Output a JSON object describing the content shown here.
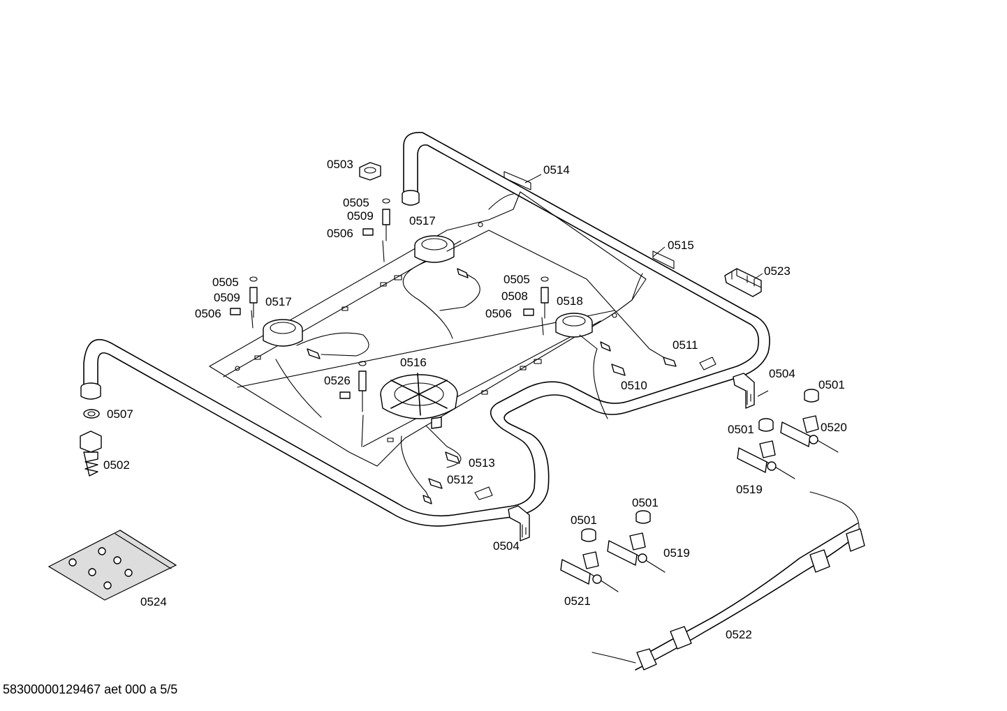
{
  "footer": "58300000129467 aet 000 a 5/5",
  "labels": {
    "p0503": "0503",
    "p0514": "0514",
    "p0505a": "0505",
    "p0509a": "0509",
    "p0506a": "0506",
    "p0517a": "0517",
    "p0515": "0515",
    "p0523": "0523",
    "p0505b": "0505",
    "p0509b": "0509",
    "p0506b": "0506",
    "p0517b": "0517",
    "p0505c": "0505",
    "p0508": "0508",
    "p0506c": "0506",
    "p0518": "0518",
    "p0511": "0511",
    "p0516": "0516",
    "p0526": "0526",
    "p0510": "0510",
    "p0504a": "0504",
    "p0501a": "0501",
    "p0501b": "0501",
    "p0520": "0520",
    "p0507": "0507",
    "p0502": "0502",
    "p0513": "0513",
    "p0512": "0512",
    "p0519a": "0519",
    "p0501c": "0501",
    "p0501d": "0501",
    "p0519b": "0519",
    "p0504b": "0504",
    "p0521": "0521",
    "p0524": "0524",
    "p0522": "0522"
  }
}
